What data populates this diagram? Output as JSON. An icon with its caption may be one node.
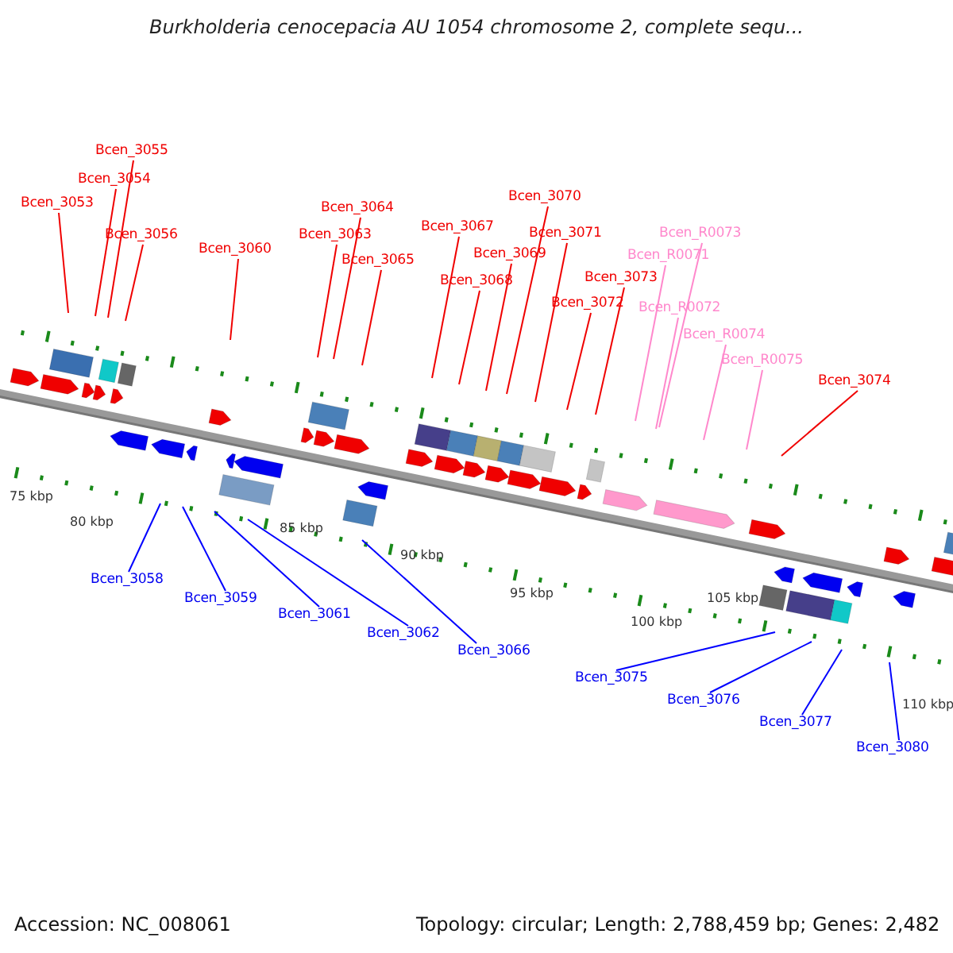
{
  "diagram": {
    "title": "Burkholderia cenocepacia AU 1054 chromosome 2, complete sequ...",
    "nodes": [
      {
        "text": [
          "Bcen_3055"
        ]
      },
      {
        "text": [
          "Bcen_3054"
        ]
      },
      {
        "text": [
          "Bcen_3070"
        ]
      },
      {
        "text": [
          "Bcen_3053"
        ]
      },
      {
        "text": [
          "Bcen_3064"
        ]
      },
      {
        "text": [
          "Bcen_3067"
        ]
      },
      {
        "text": [
          "Bcen_R0073"
        ]
      },
      {
        "text": [
          "Bcen_3056"
        ]
      },
      {
        "text": [
          "Bcen_3063"
        ]
      },
      {
        "text": [
          "Bcen_3071"
        ]
      },
      {
        "text": [
          "Bcen_3060"
        ]
      },
      {
        "text": [
          "Bcen_R0071"
        ]
      },
      {
        "text": [
          "Bcen_3069"
        ]
      },
      {
        "text": [
          "Bcen_3065"
        ]
      },
      {
        "text": [
          "Bcen_3073"
        ]
      },
      {
        "text": [
          "Bcen_3068"
        ]
      },
      {
        "text": [
          "Bcen_3072"
        ]
      },
      {
        "text": [
          "Bcen_R0072"
        ]
      },
      {
        "text": [
          "Bcen_R0074"
        ]
      },
      {
        "text": [
          "Bcen_R0075"
        ]
      },
      {
        "text": [
          "Bcen_3074"
        ]
      },
      {
        "text": [
          "Bcen_3058"
        ]
      },
      {
        "text": [
          "Bcen_3059"
        ]
      },
      {
        "text": [
          "Bcen_3061"
        ]
      },
      {
        "text": [
          "Bcen_3062"
        ]
      },
      {
        "text": [
          "Bcen_3066"
        ]
      },
      {
        "text": [
          "Bcen_3075"
        ]
      },
      {
        "text": [
          "Bcen_3076"
        ]
      },
      {
        "text": [
          "Bcen_3077"
        ]
      },
      {
        "text": [
          "Bcen_3080"
        ]
      }
    ],
    "edges": [
      {
        "from": 0,
        "to": null,
        "arrow": "none"
      },
      {
        "from": 1,
        "to": null,
        "arrow": "none"
      },
      {
        "from": 2,
        "to": null,
        "arrow": "none"
      },
      {
        "from": 3,
        "to": null,
        "arrow": "none"
      },
      {
        "from": 4,
        "to": null,
        "arrow": "none"
      },
      {
        "from": 5,
        "to": null,
        "arrow": "none"
      },
      {
        "from": 6,
        "to": null,
        "arrow": "none",
        "color": "#ff88cc"
      },
      {
        "from": 7,
        "to": null,
        "arrow": "none"
      },
      {
        "from": 8,
        "to": null,
        "arrow": "none"
      },
      {
        "from": 9,
        "to": null,
        "arrow": "none"
      },
      {
        "from": 10,
        "to": null,
        "arrow": "none"
      },
      {
        "from": 11,
        "to": null,
        "arrow": "none",
        "color": "#ff88cc"
      },
      {
        "from": 12,
        "to": null,
        "arrow": "none"
      },
      {
        "from": 13,
        "to": null,
        "arrow": "none"
      },
      {
        "from": 14,
        "to": null,
        "arrow": "none"
      },
      {
        "from": 15,
        "to": null,
        "arrow": "none"
      },
      {
        "from": 16,
        "to": null,
        "arrow": "none"
      },
      {
        "from": 17,
        "to": null,
        "arrow": "none",
        "color": "#ff88cc"
      },
      {
        "from": 18,
        "to": null,
        "arrow": "none",
        "color": "#ff88cc"
      },
      {
        "from": 19,
        "to": null,
        "arrow": "none",
        "color": "#ff88cc"
      },
      {
        "from": 20,
        "to": null,
        "arrow": "none"
      },
      {
        "from": 21,
        "to": null,
        "arrow": "none",
        "color": "#0000ff"
      },
      {
        "from": 22,
        "to": null,
        "arrow": "none",
        "color": "#0000ff"
      },
      {
        "from": 23,
        "to": null,
        "arrow": "none",
        "color": "#0000ff"
      },
      {
        "from": 24,
        "to": null,
        "arrow": "none",
        "color": "#0000ff"
      },
      {
        "from": 25,
        "to": null,
        "arrow": "none",
        "color": "#0000ff"
      },
      {
        "from": 26,
        "to": null,
        "arrow": "none",
        "color": "#0000ff"
      },
      {
        "from": 27,
        "to": null,
        "arrow": "none",
        "color": "#0000ff"
      },
      {
        "from": 28,
        "to": null,
        "arrow": "none",
        "color": "#0000ff"
      },
      {
        "from": 29,
        "to": null,
        "arrow": "none",
        "color": "#0000ff"
      }
    ],
    "labels": [
      "75 kbp",
      "80 kbp",
      "85 kbp",
      "90 kbp",
      "95 kbp",
      "100 kbp",
      "105 kbp",
      "110 kbp",
      "Accession: NC_008061",
      "Topology: circular; Length: 2,788,459 bp; Genes: 2,482"
    ]
  }
}
